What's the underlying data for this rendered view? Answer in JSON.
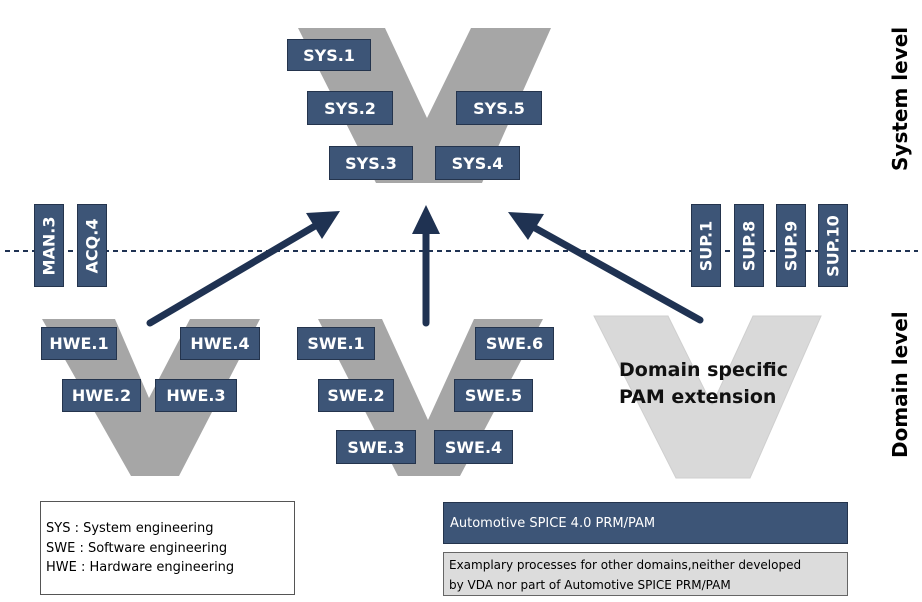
{
  "system_processes": [
    "SYS.1",
    "SYS.2",
    "SYS.3",
    "SYS.4",
    "SYS.5"
  ],
  "hardware_processes": [
    "HWE.1",
    "HWE.2",
    "HWE.3",
    "HWE.4"
  ],
  "software_processes": [
    "SWE.1",
    "SWE.2",
    "SWE.3",
    "SWE.4",
    "SWE.5",
    "SWE.6"
  ],
  "management_processes": [
    "MAN.3",
    "ACQ.4"
  ],
  "support_processes": [
    "SUP.1",
    "SUP.8",
    "SUP.9",
    "SUP.10"
  ],
  "side_labels": {
    "system": "System level",
    "domain": "Domain level"
  },
  "domain_extension": {
    "line1": "Domain specific",
    "line2": "PAM extension"
  },
  "legend": [
    "SYS : System engineering",
    "SWE : Software engineering",
    "HWE : Hardware engineering"
  ],
  "key": {
    "spice": "Automotive SPICE 4.0 PRM/PAM",
    "other_line1": "Examplary processes for other domains,neither developed",
    "other_line2": "by VDA nor part of Automotive SPICE PRM/PAM"
  },
  "colors": {
    "process_box": "#3d5577",
    "v_shape": "#a6a6a6",
    "v_shape_light": "#d9d9d9",
    "arrow": "#1f3252"
  }
}
